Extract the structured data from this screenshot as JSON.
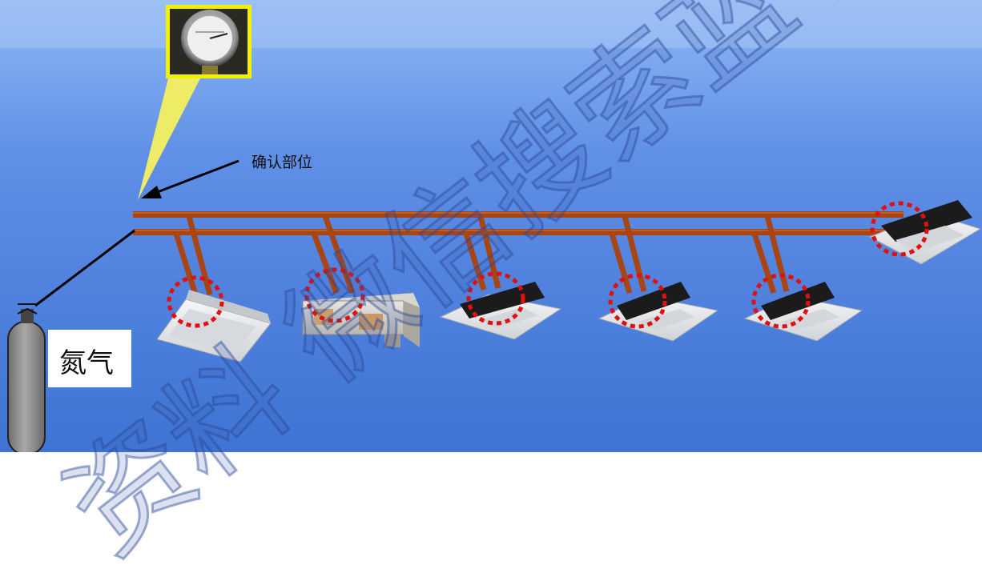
{
  "labels": {
    "confirm_point": "确认部位",
    "nitrogen": "氮气"
  },
  "watermark": "资料 微信搜索蓝领",
  "colors": {
    "pipe": "#a84515",
    "highlight_circle": "#e01010",
    "gauge_frame": "#f2f200",
    "callout": "#f4f060"
  },
  "icons": [
    "pressure-gauge-icon",
    "nitrogen-cylinder-icon",
    "indoor-unit-icon"
  ]
}
